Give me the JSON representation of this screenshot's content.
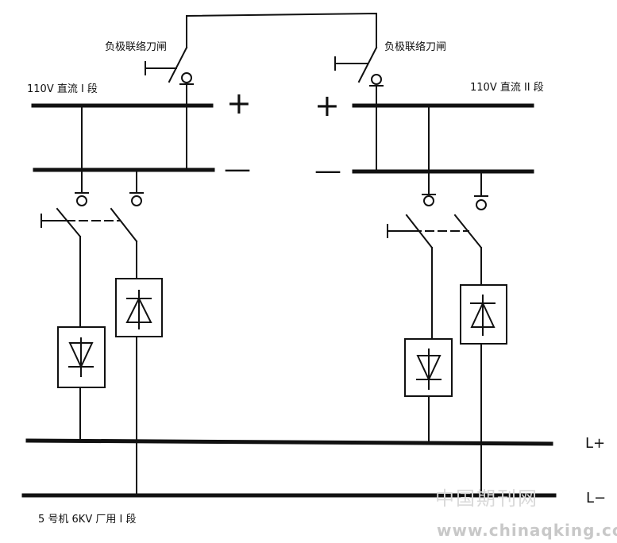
{
  "labels": {
    "tie_switch_left": "负极联络刀闸",
    "tie_switch_right": "负极联络刀闸",
    "bus_section_1": "110V 直流 I 段",
    "bus_section_2": "110V 直流 II 段",
    "plus_left": "+",
    "minus_left": "—",
    "plus_right": "+",
    "minus_right": "—",
    "l_plus": "L+",
    "l_minus": "L−",
    "source": "5 号机 6KV 厂用 I 段"
  },
  "watermark": {
    "cn": "中国期刊网",
    "url": "www.chinaqking.com"
  }
}
